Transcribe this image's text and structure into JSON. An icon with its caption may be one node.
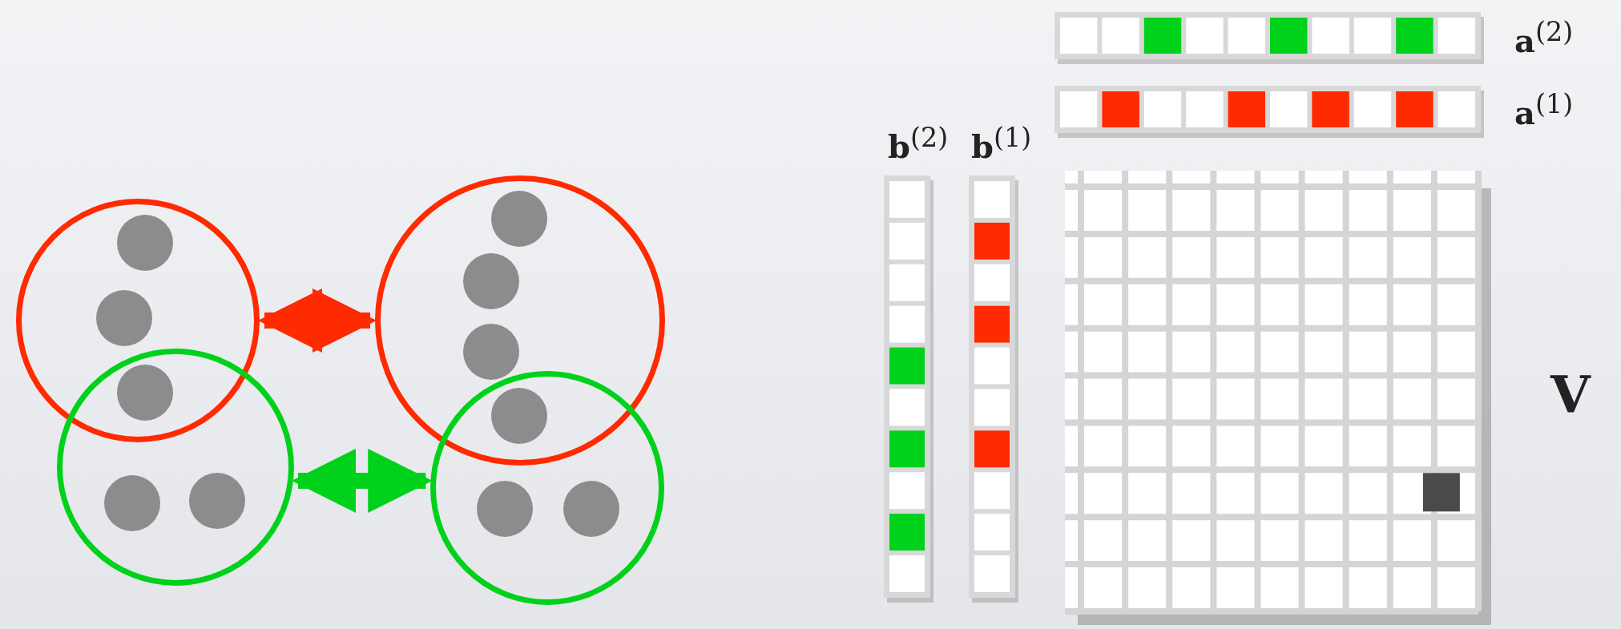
{
  "diagram": {
    "nodes": [
      {
        "text": [],
        "shape": "circle"
      },
      {
        "text": [],
        "shape": "circle"
      },
      {
        "text": [],
        "shape": "circle"
      },
      {
        "text": [],
        "shape": "circle"
      }
    ],
    "edges": [
      {
        "from": 0,
        "to": 1,
        "arrow": "both",
        "color": "#ff2a00"
      },
      {
        "from": 2,
        "to": 3,
        "arrow": "both",
        "color": "#00d11a"
      }
    ],
    "labels": [
      "**a**$^{(2)}$",
      "**a**$^{(1)}$",
      "**b**$^{(2)}$",
      "**b**$^{(1)}$",
      "**V**"
    ]
  }
}
